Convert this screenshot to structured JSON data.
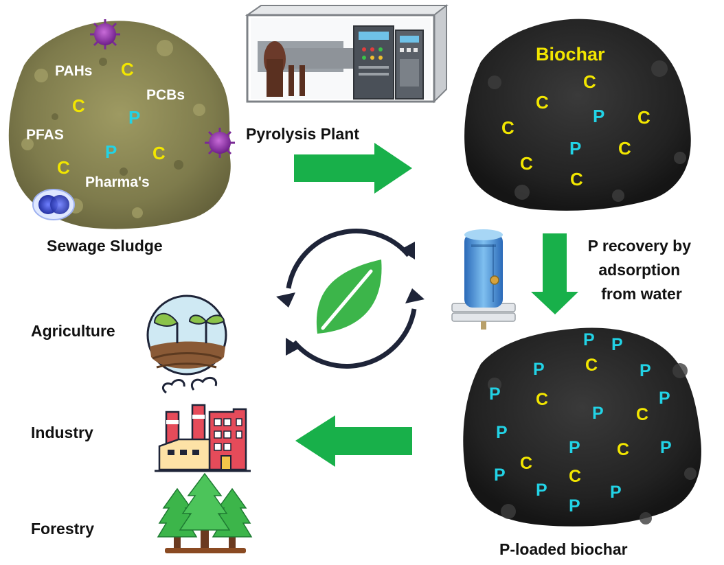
{
  "sludge": {
    "title": "Sewage Sludge",
    "pollutants": [
      "PAHs",
      "PCBs",
      "PFAS",
      "Pharma's"
    ],
    "element_c": "C",
    "element_p": "P"
  },
  "pyrolysis": {
    "label": "Pyrolysis Plant"
  },
  "biochar": {
    "title": "Biochar"
  },
  "recovery": {
    "line1": "P recovery by",
    "line2": "adsorption",
    "line3": "from water"
  },
  "ploaded": {
    "title": "P-loaded biochar"
  },
  "uses": {
    "agriculture": "Agriculture",
    "industry": "Industry",
    "forestry": "Forestry"
  },
  "colors": {
    "carbon": "#f2e600",
    "phosphorus": "#22d3e6",
    "arrow": "#18b04a",
    "sludge": "#8a8754",
    "char": "#2b2b2b",
    "leaf": "#3cb54a",
    "cycle": "#1e2438"
  }
}
